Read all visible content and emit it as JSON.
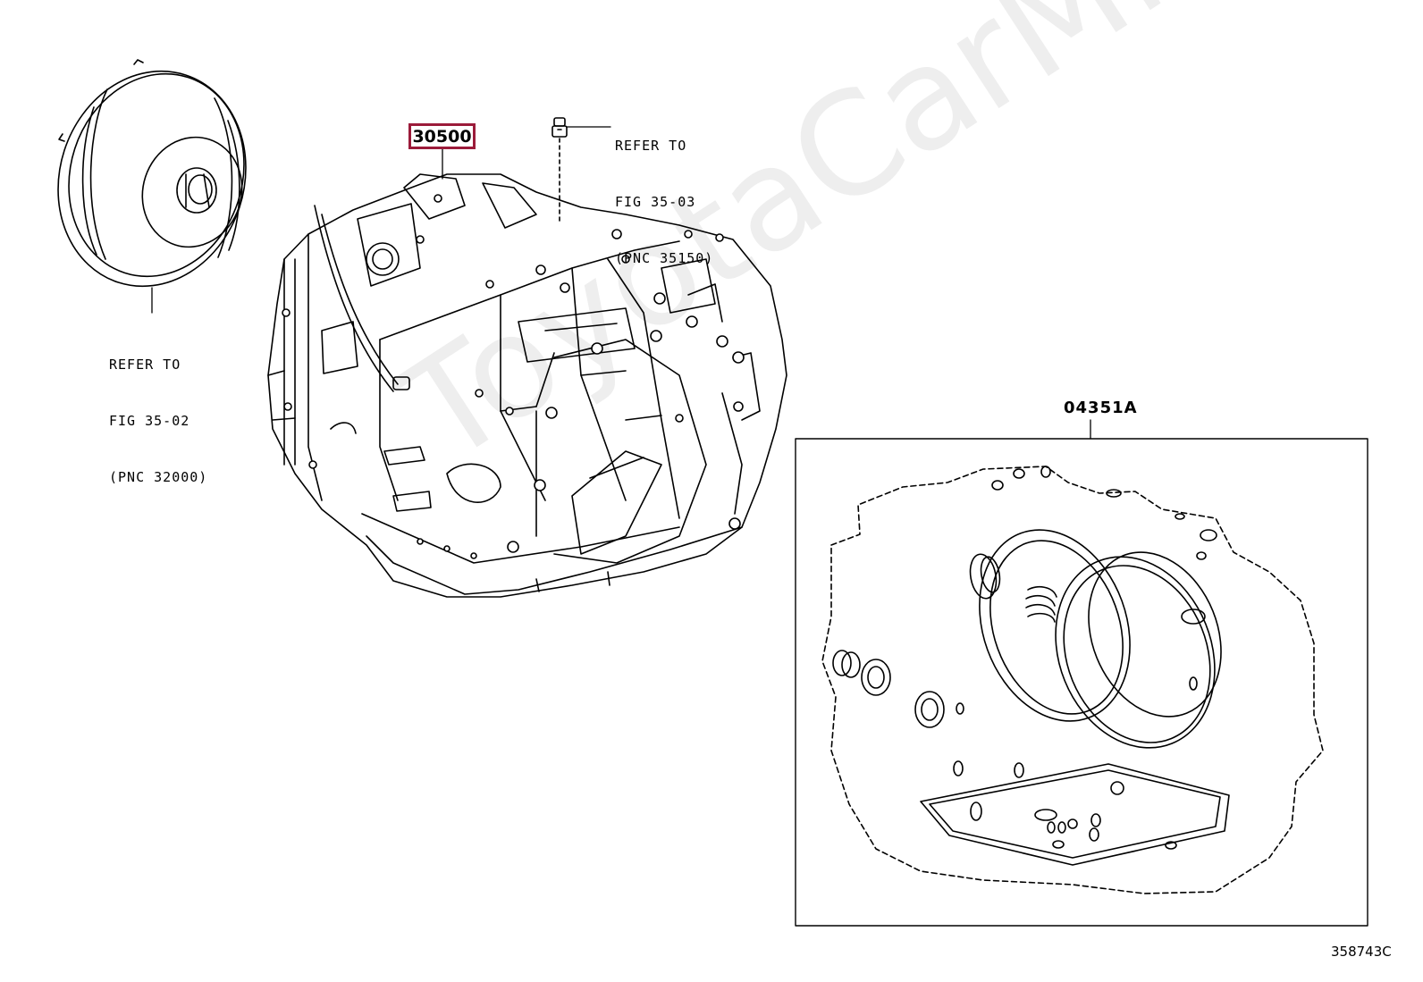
{
  "watermark": "ToyotaCarMine.ru",
  "callouts": {
    "torque_converter": {
      "line1": "REFER TO",
      "line2": "FIG 35-02",
      "line3": "(PNC 32000)"
    },
    "drain_plug": {
      "line1": "REFER TO",
      "line2": "FIG 35-03",
      "line3": "(PNC 35150)"
    }
  },
  "part_numbers": {
    "transaxle": "30500",
    "overhaul_kit": "04351A"
  },
  "figure_id": "358743C",
  "colors": {
    "highlight_border": "#9b1b3a",
    "line": "#000000",
    "watermark": "#eeeeee"
  }
}
